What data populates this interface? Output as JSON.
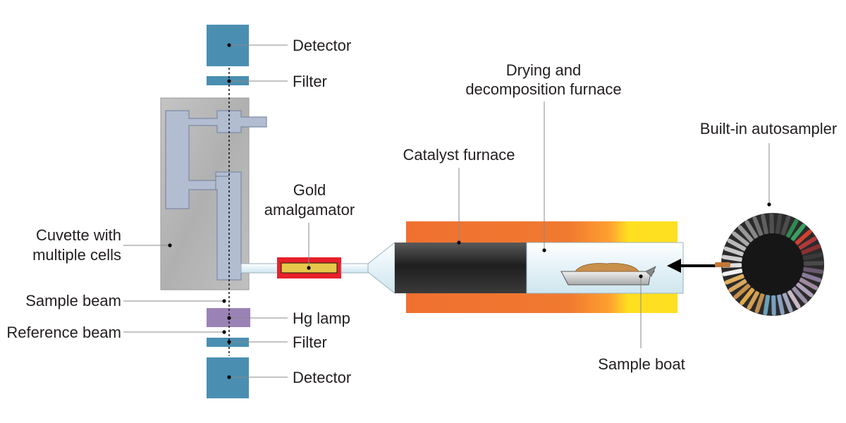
{
  "labels": {
    "detector_top": "Detector",
    "filter_top": "Filter",
    "drying_line1": "Drying and",
    "drying_line2": "decomposition furnace",
    "autosampler": "Built-in autosampler",
    "catalyst": "Catalyst furnace",
    "gold_line1": "Gold",
    "gold_line2": "amalgamator",
    "cuvette_line1": "Cuvette with",
    "cuvette_line2": "multiple cells",
    "sample_beam": "Sample beam",
    "hg_lamp": "Hg lamp",
    "reference_beam": "Reference beam",
    "filter_bottom": "Filter",
    "detector_bottom": "Detector",
    "sample_boat": "Sample boat"
  },
  "colors": {
    "detector": "#4a8fb1",
    "lamp": "#9b82b6",
    "cuvette_block": "#b8b8b8",
    "cuvette_cells": "#b2bdd1",
    "furnace_orange": "#f07030",
    "furnace_yellow": "#ffe020",
    "catalyst_tube": "#2a2a2a",
    "glass_tube": "#e8f4f8",
    "amalgamator_red": "#e8202a",
    "amalgamator_gold": "#e8c84a",
    "sample": "#c8904a"
  }
}
